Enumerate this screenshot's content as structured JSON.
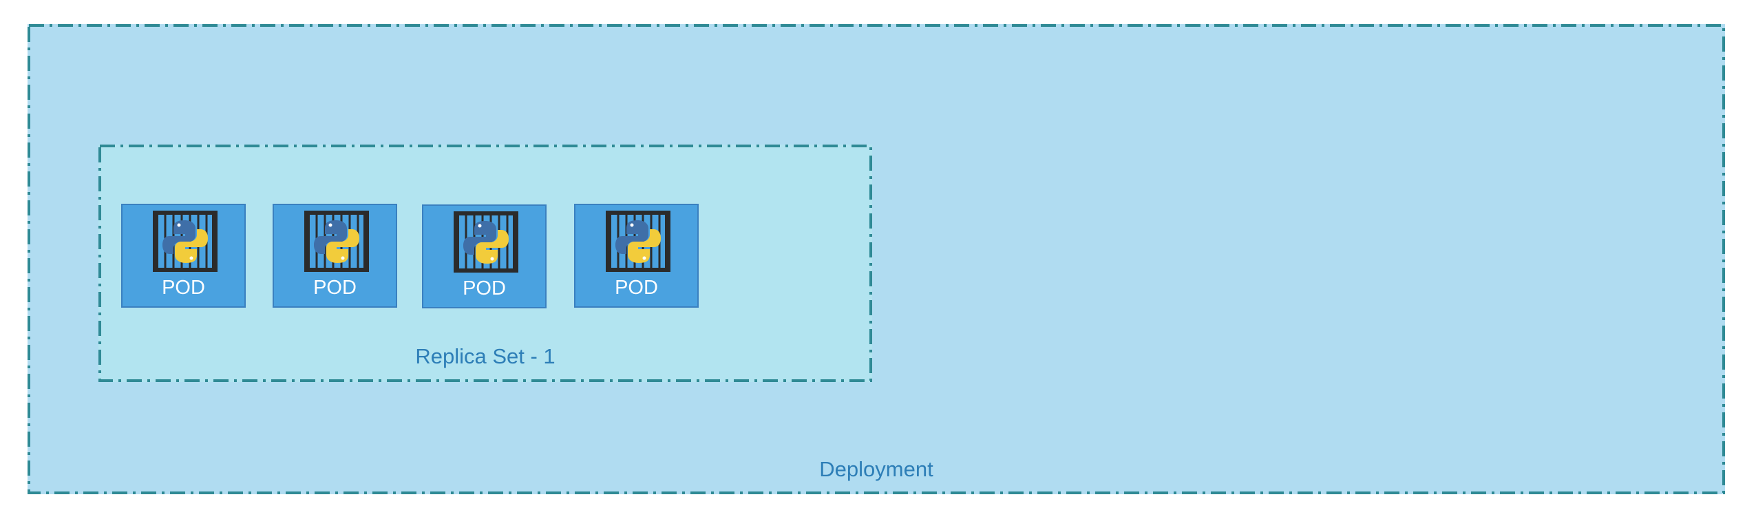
{
  "deployment": {
    "label": "Deployment"
  },
  "replicaset": {
    "label": "Replica Set - 1"
  },
  "pods": [
    {
      "label": "POD",
      "icon": "python-container-icon"
    },
    {
      "label": "POD",
      "icon": "python-container-icon"
    },
    {
      "label": "POD",
      "icon": "python-container-icon"
    },
    {
      "label": "POD",
      "icon": "python-container-icon"
    }
  ],
  "colors": {
    "deployment_fill": "#b0dcf1",
    "replicaset_fill": "#b2e4f0",
    "dash_border": "#2f8a95",
    "pod_fill": "#4aa2e0",
    "label_text": "#2d7eb7"
  }
}
